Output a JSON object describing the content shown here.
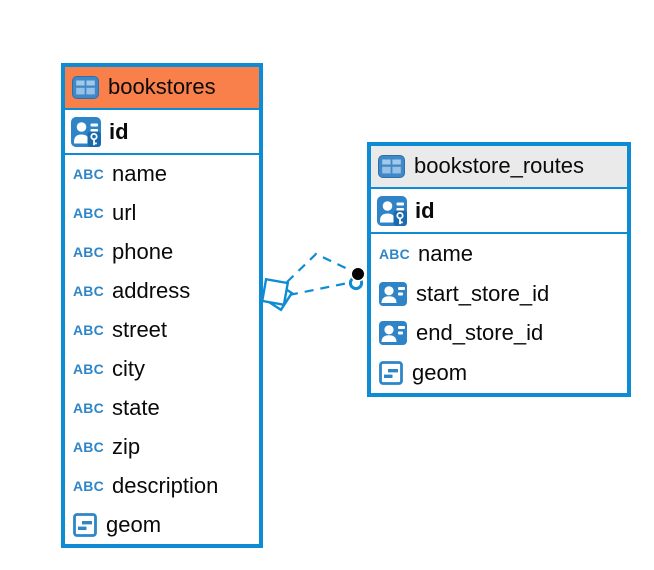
{
  "diagram": {
    "tables": [
      {
        "name": "bookstores",
        "header_style": "orange",
        "columns": [
          {
            "label": "id",
            "icon": "primary-key-icon",
            "key": true
          },
          {
            "label": "name",
            "icon": "text-icon"
          },
          {
            "label": "url",
            "icon": "text-icon"
          },
          {
            "label": "phone",
            "icon": "text-icon"
          },
          {
            "label": "address",
            "icon": "text-icon"
          },
          {
            "label": "street",
            "icon": "text-icon"
          },
          {
            "label": "city",
            "icon": "text-icon"
          },
          {
            "label": "state",
            "icon": "text-icon"
          },
          {
            "label": "zip",
            "icon": "text-icon"
          },
          {
            "label": "description",
            "icon": "text-icon"
          },
          {
            "label": "geom",
            "icon": "geometry-icon"
          }
        ]
      },
      {
        "name": "bookstore_routes",
        "header_style": "gray",
        "columns": [
          {
            "label": "id",
            "icon": "primary-key-icon",
            "key": true
          },
          {
            "label": "name",
            "icon": "text-icon"
          },
          {
            "label": "start_store_id",
            "icon": "foreign-key-icon"
          },
          {
            "label": "end_store_id",
            "icon": "foreign-key-icon"
          },
          {
            "label": "geom",
            "icon": "geometry-icon"
          }
        ]
      }
    ],
    "relationships": [
      {
        "between": [
          "bookstores",
          "bookstore_routes"
        ],
        "line_style": "dashed",
        "left_endpoint": "diamond",
        "right_endpoint": "dot"
      },
      {
        "between": [
          "bookstores",
          "bookstore_routes"
        ],
        "line_style": "dashed",
        "left_endpoint": "diamond",
        "right_endpoint": "dot"
      }
    ],
    "icons": {
      "abc_glyph": "ABC"
    },
    "colors": {
      "accent_blue": "#0D8CD3",
      "orange_header": "#F97F4B",
      "gray_header": "#EAEAEA",
      "icon_blue": "#2F84C7",
      "icon_blue_dark": "#1A6BAD",
      "dot_black": "#000000",
      "text": "#0a0a0a",
      "background": "#ffffff"
    }
  }
}
